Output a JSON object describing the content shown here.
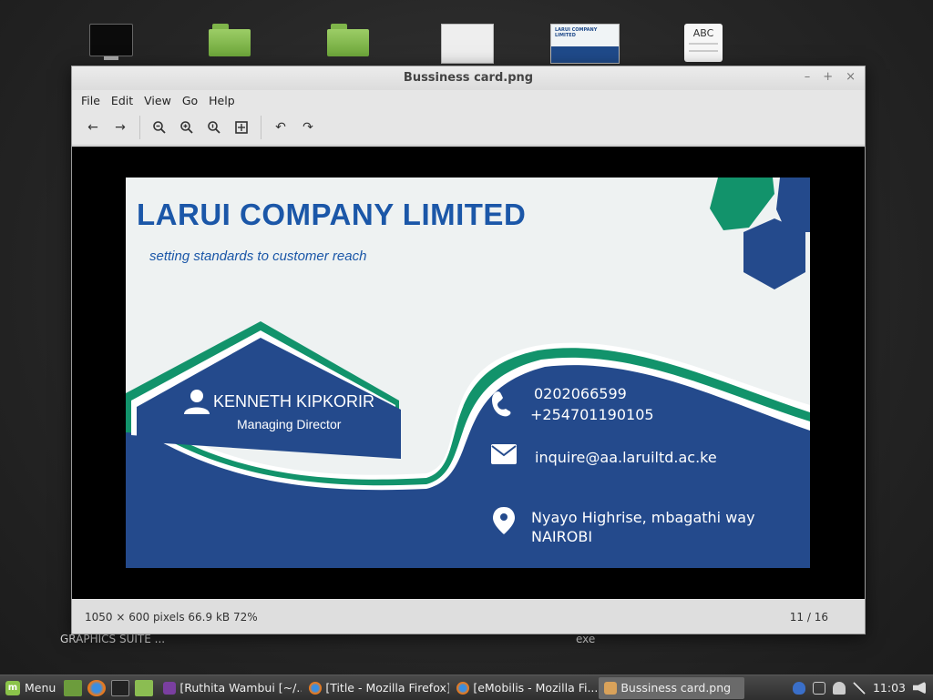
{
  "desktop": {
    "icons": [
      "monitor-icon",
      "folder-icon",
      "folder-icon",
      "image-thumbnail",
      "business-card-thumbnail",
      "text-file-icon"
    ],
    "abc_label": "ABC",
    "labels": {
      "left": "GRAPHICS SUITE ...",
      "center": "exe"
    }
  },
  "window": {
    "title": "Bussiness card.png",
    "controls": {
      "minimize": "–",
      "maximize": "+",
      "close": "×"
    },
    "menu": [
      "File",
      "Edit",
      "View",
      "Go",
      "Help"
    ],
    "toolbar": [
      "back-arrow-icon",
      "forward-arrow-icon",
      "zoom-out-icon",
      "zoom-in-icon",
      "zoom-normal-icon",
      "zoom-fit-icon",
      "rotate-left-icon",
      "rotate-right-icon"
    ],
    "status": {
      "info": "1050 × 600 pixels  66.9 kB   72%",
      "position": "11 / 16"
    }
  },
  "card": {
    "company": "LARUI COMPANY LIMITED",
    "tagline": "setting standards to customer reach",
    "name": "KENNETH KIPKORIR",
    "role": "Managing Director",
    "phone1": "0202066599",
    "phone2": "+254701190105",
    "email": "inquire@aa.laruiltd.ac.ke",
    "address1": "Nyayo Highrise, mbagathi way",
    "address2": "NAIROBI",
    "colors": {
      "blue": "#244a8c",
      "green": "#12936b",
      "title": "#1b57a8"
    }
  },
  "panel": {
    "menu_label": "Menu",
    "tasks": [
      "[Ruthita Wambui [~/...",
      "[Title - Mozilla Firefox]",
      "[eMobilis - Mozilla Fi...",
      "Bussiness card.png"
    ],
    "clock": "11:03"
  }
}
